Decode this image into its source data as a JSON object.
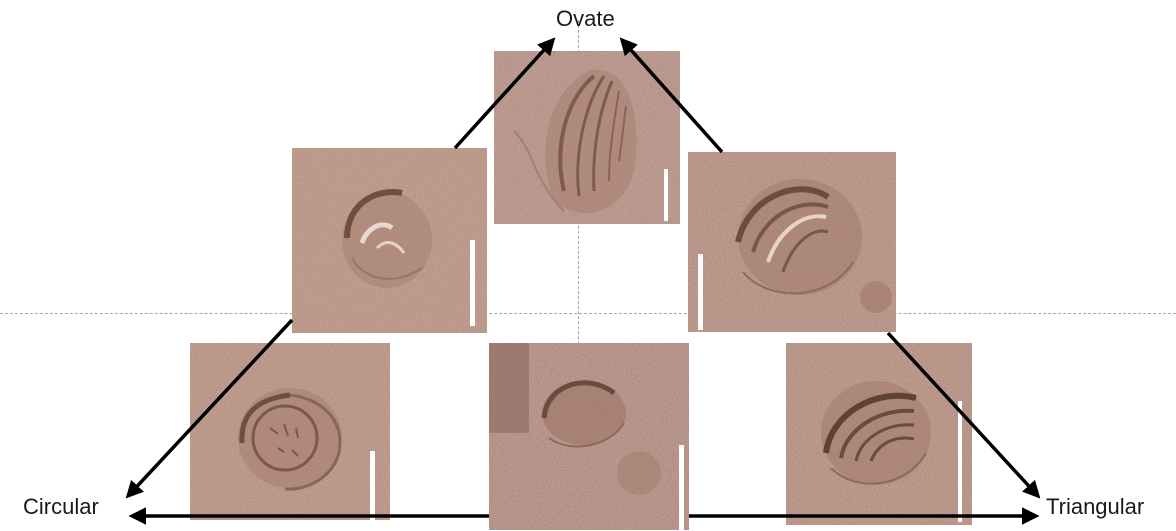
{
  "labels": {
    "top": "Ovate",
    "left": "Circular",
    "right": "Triangular"
  },
  "colors": {
    "rock_base": "#b58b7c",
    "rock_dark": "#8e6a5c",
    "arrow": "#000000",
    "scale_bar": "#ffffff",
    "guide": "#a7a7a7"
  },
  "photos": [
    {
      "id": "top-ovate",
      "shape": "ovate"
    },
    {
      "id": "mid-left",
      "shape": "circular-ovate"
    },
    {
      "id": "mid-right",
      "shape": "triangular-ovate"
    },
    {
      "id": "bottom-left",
      "shape": "circular"
    },
    {
      "id": "bottom-center",
      "shape": "intermediate"
    },
    {
      "id": "bottom-right",
      "shape": "triangular"
    }
  ]
}
